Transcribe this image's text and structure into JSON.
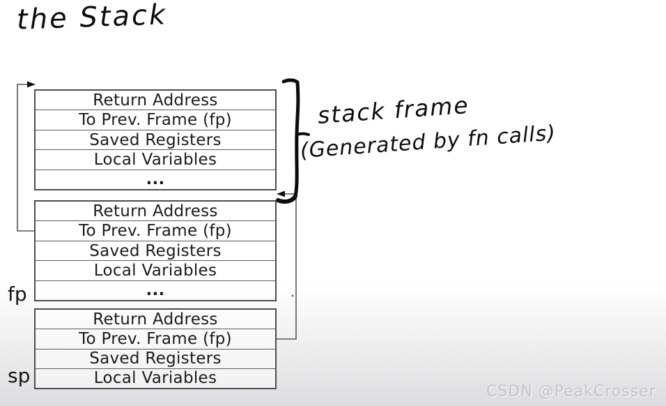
{
  "page": {
    "title": "the Stack",
    "watermark": "CSDN @PeakCrosser"
  },
  "stack": {
    "frames": [
      {
        "name": "top-frame",
        "rows": [
          "Return Address",
          "To Prev. Frame (fp)",
          "Saved Registers",
          "Local Variables",
          "..."
        ]
      },
      {
        "name": "middle-frame",
        "rows": [
          "Return Address",
          "To Prev. Frame (fp)",
          "Saved Registers",
          "Local Variables",
          "..."
        ]
      },
      {
        "name": "bottom-frame",
        "rows": [
          "Return Address",
          "To Prev. Frame (fp)",
          "Saved Registers",
          "Local Variables"
        ]
      }
    ],
    "pointer_labels": {
      "fp": "fp",
      "sp": "sp"
    }
  },
  "annotation": {
    "line1": "stack frame",
    "line2": "(Generated by fn calls)"
  },
  "colors": {
    "ink": "#0d0d0d",
    "table_border": "#4c4c4c",
    "connector": "#555555",
    "watermark": "#c4c4c7",
    "background_bottom": "#dcdcde"
  }
}
